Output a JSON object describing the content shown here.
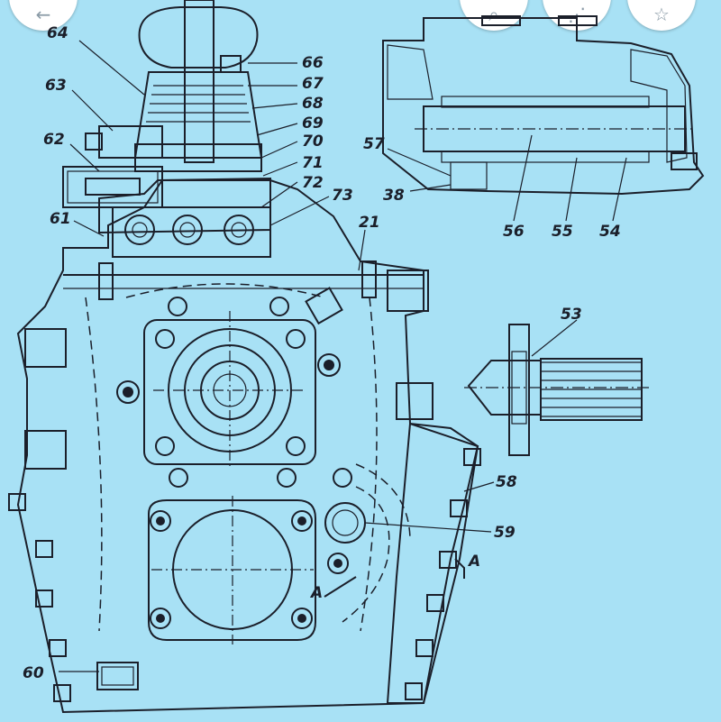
{
  "diagram": {
    "colors": {
      "background": "#a8e1f5",
      "line": "#1b1f2a",
      "flange": "#9aa6ea",
      "body": "#e4f1ef"
    },
    "callouts": [
      "64",
      "63",
      "62",
      "61",
      "66",
      "67",
      "68",
      "69",
      "70",
      "71",
      "72",
      "73",
      "21",
      "57",
      "38",
      "56",
      "55",
      "54",
      "53",
      "58",
      "59",
      "60"
    ],
    "view_markers": {
      "arrow_a": "A",
      "section_a": "A"
    }
  },
  "overlay": {
    "buttons": [
      {
        "icon": "back-icon",
        "glyph": "←"
      },
      {
        "icon": "lens-icon",
        "glyph": "⌕"
      },
      {
        "icon": "share-icon",
        "glyph": "⋰"
      },
      {
        "icon": "bookmark-icon",
        "glyph": "☆"
      }
    ]
  }
}
